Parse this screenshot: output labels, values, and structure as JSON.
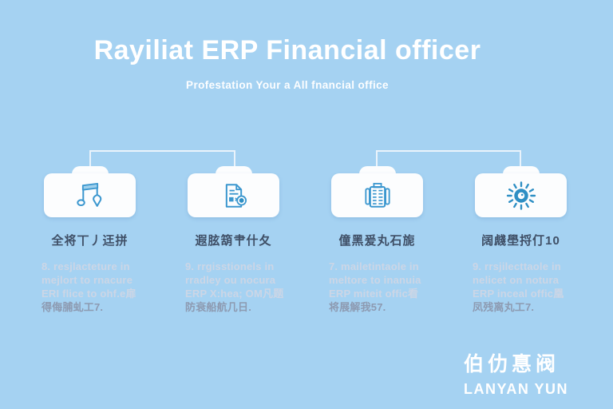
{
  "colors": {
    "background": "#a5d2f2",
    "card": "#fcfdfe",
    "icon_accent": "#3b97cf",
    "icon_fill": "#2e8fc4",
    "heading_text": "#3f4f66",
    "body_text": "#ccd6e6",
    "body_text_dark": "#8d9ab1",
    "connector": "#eaf3fb",
    "title_text": "#ffffff"
  },
  "header": {
    "title": "Rayiliat ERP Financial officer",
    "subtitle": "Profestation Your a All fnancial office"
  },
  "cards": [
    {
      "icon": "music-note-download-icon",
      "heading": "全将丅丿迋拼",
      "body_lines": [
        "8. resjlacteture in",
        "mejlort to rnacure",
        "ERI flice to ohf.e扉",
        "得侮脯虬工7."
      ]
    },
    {
      "icon": "document-badge-icon",
      "heading": "遐胘箶肀什夂",
      "body_lines": [
        "9. rrgisstionels in",
        "rradley ou nocura",
        "ERP X:hea; OM凡题",
        "防衰船航几日."
      ]
    },
    {
      "icon": "fax-list-icon",
      "heading": "僮黑爰丸石旎",
      "body_lines": [
        "7. mailetintaole in",
        "meltore to inanuia",
        "ERP miteit offic看",
        "将展解我57."
      ]
    },
    {
      "icon": "sun-icon",
      "heading": "阔虥壆捋仃10",
      "body_lines": [
        "9. rrsjilecttaole in",
        "nelicet on notura",
        "ERP inceal offic凰",
        "凤残离丸工7."
      ]
    }
  ],
  "footer": {
    "logo_cjk": "伯仂惪阀",
    "logo_latin": "LANYAN YUN"
  }
}
